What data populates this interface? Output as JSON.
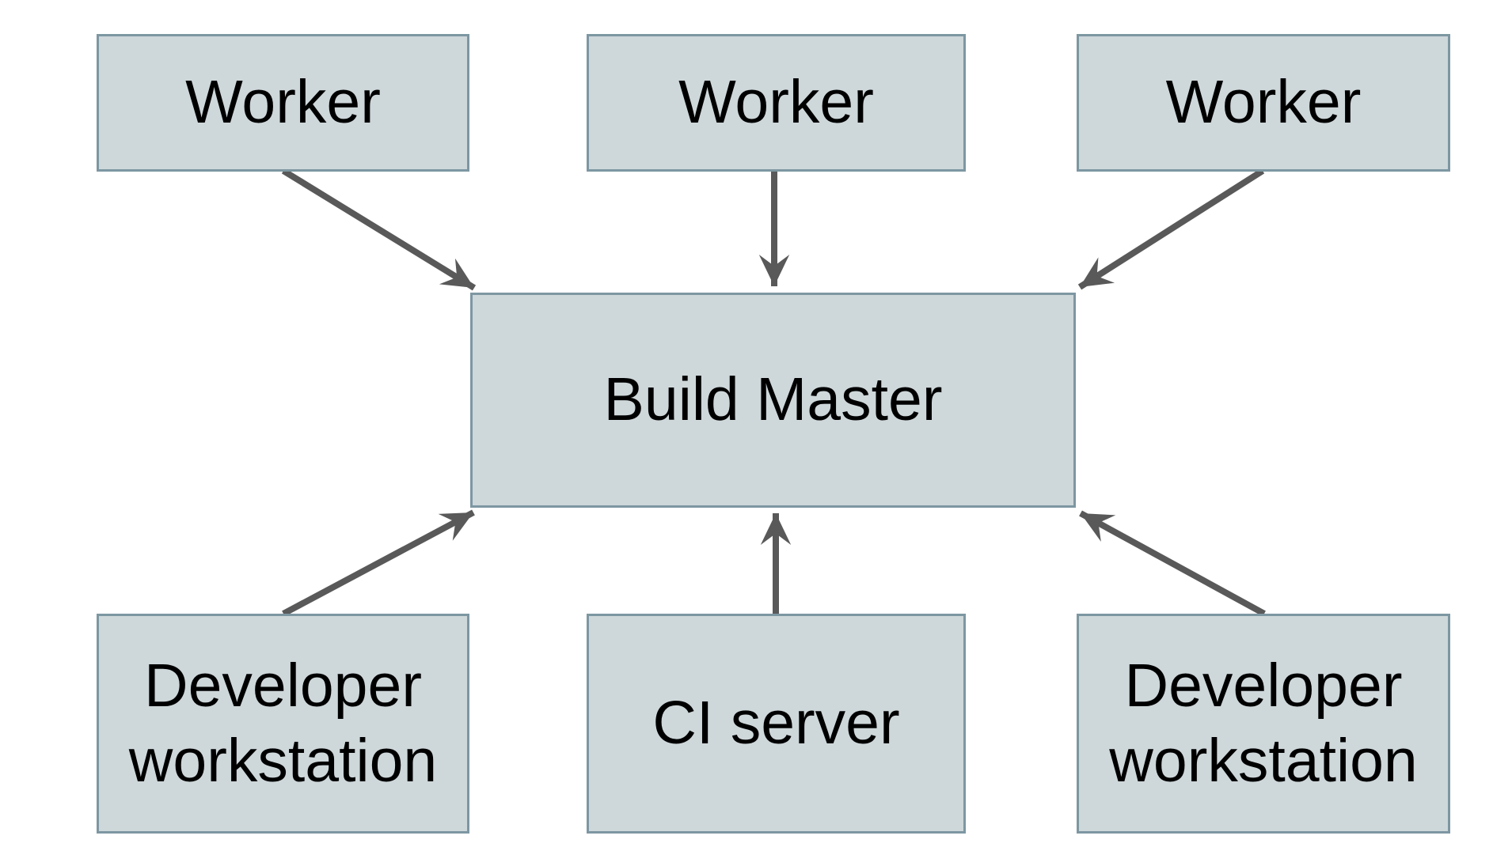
{
  "diagram": {
    "type": "architecture-diagram",
    "background_color": "#ffffff",
    "colors": {
      "node_fill": "#ced7da",
      "node_border": "#7d97a2",
      "arrow": "#595959",
      "text": "#000000"
    },
    "nodes": [
      {
        "id": "worker-1",
        "label": "Worker"
      },
      {
        "id": "worker-2",
        "label": "Worker"
      },
      {
        "id": "worker-3",
        "label": "Worker"
      },
      {
        "id": "build-master",
        "label": "Build Master"
      },
      {
        "id": "developer-workstation-left",
        "label": "Developer workstation"
      },
      {
        "id": "ci-server",
        "label": "CI server"
      },
      {
        "id": "developer-workstation-right",
        "label": "Developer workstation"
      }
    ],
    "edges": [
      {
        "from": "worker-1",
        "to": "build-master",
        "direction": "down-right"
      },
      {
        "from": "worker-2",
        "to": "build-master",
        "direction": "down"
      },
      {
        "from": "worker-3",
        "to": "build-master",
        "direction": "down-left"
      },
      {
        "from": "developer-workstation-left",
        "to": "build-master",
        "direction": "up-right"
      },
      {
        "from": "ci-server",
        "to": "build-master",
        "direction": "up"
      },
      {
        "from": "developer-workstation-right",
        "to": "build-master",
        "direction": "up-left"
      }
    ]
  }
}
